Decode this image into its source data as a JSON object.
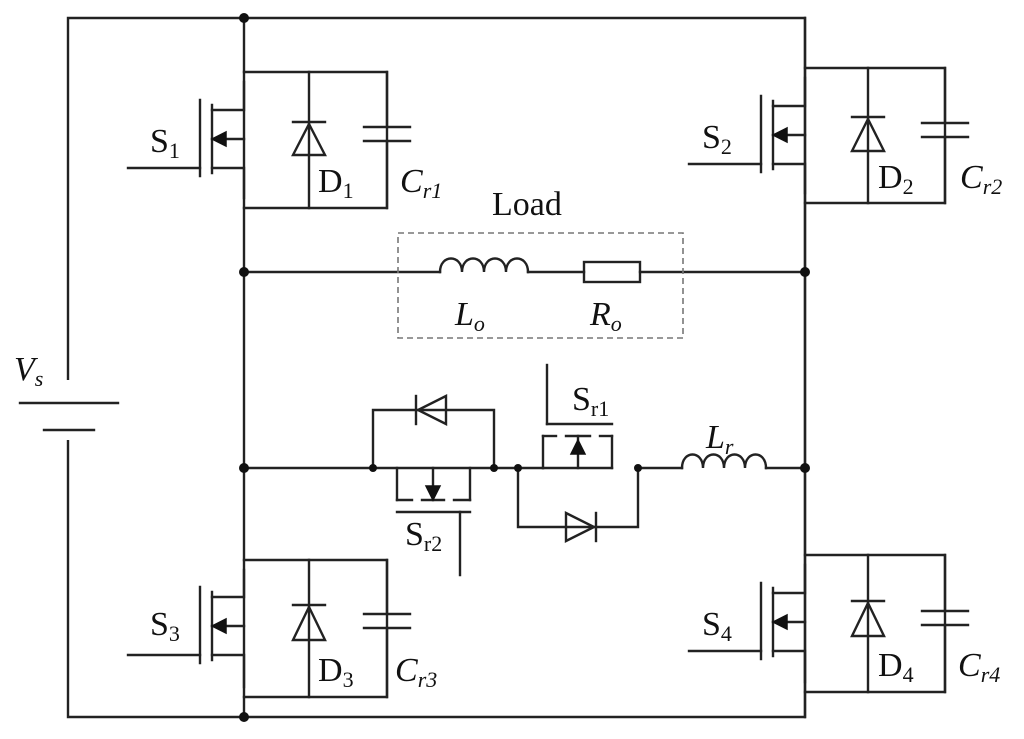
{
  "source": {
    "label": "V",
    "sub": "s"
  },
  "load": {
    "title": "Load",
    "inductor": {
      "label": "L",
      "sub": "o"
    },
    "resistor": {
      "label": "R",
      "sub": "o"
    }
  },
  "switches": {
    "s1": {
      "label": "S",
      "sub": "1"
    },
    "s2": {
      "label": "S",
      "sub": "2"
    },
    "s3": {
      "label": "S",
      "sub": "3"
    },
    "s4": {
      "label": "S",
      "sub": "4"
    }
  },
  "diodes": {
    "d1": {
      "label": "D",
      "sub": "1"
    },
    "d2": {
      "label": "D",
      "sub": "2"
    },
    "d3": {
      "label": "D",
      "sub": "3"
    },
    "d4": {
      "label": "D",
      "sub": "4"
    }
  },
  "capacitors": {
    "c1": {
      "label": "C",
      "sub": "r1"
    },
    "c2": {
      "label": "C",
      "sub": "r2"
    },
    "c3": {
      "label": "C",
      "sub": "r3"
    },
    "c4": {
      "label": "C",
      "sub": "r4"
    }
  },
  "aux": {
    "sr1": {
      "label": "S",
      "sub": "r1"
    },
    "sr2": {
      "label": "S",
      "sub": "r2"
    },
    "lr": {
      "label": "L",
      "sub": "r"
    }
  }
}
